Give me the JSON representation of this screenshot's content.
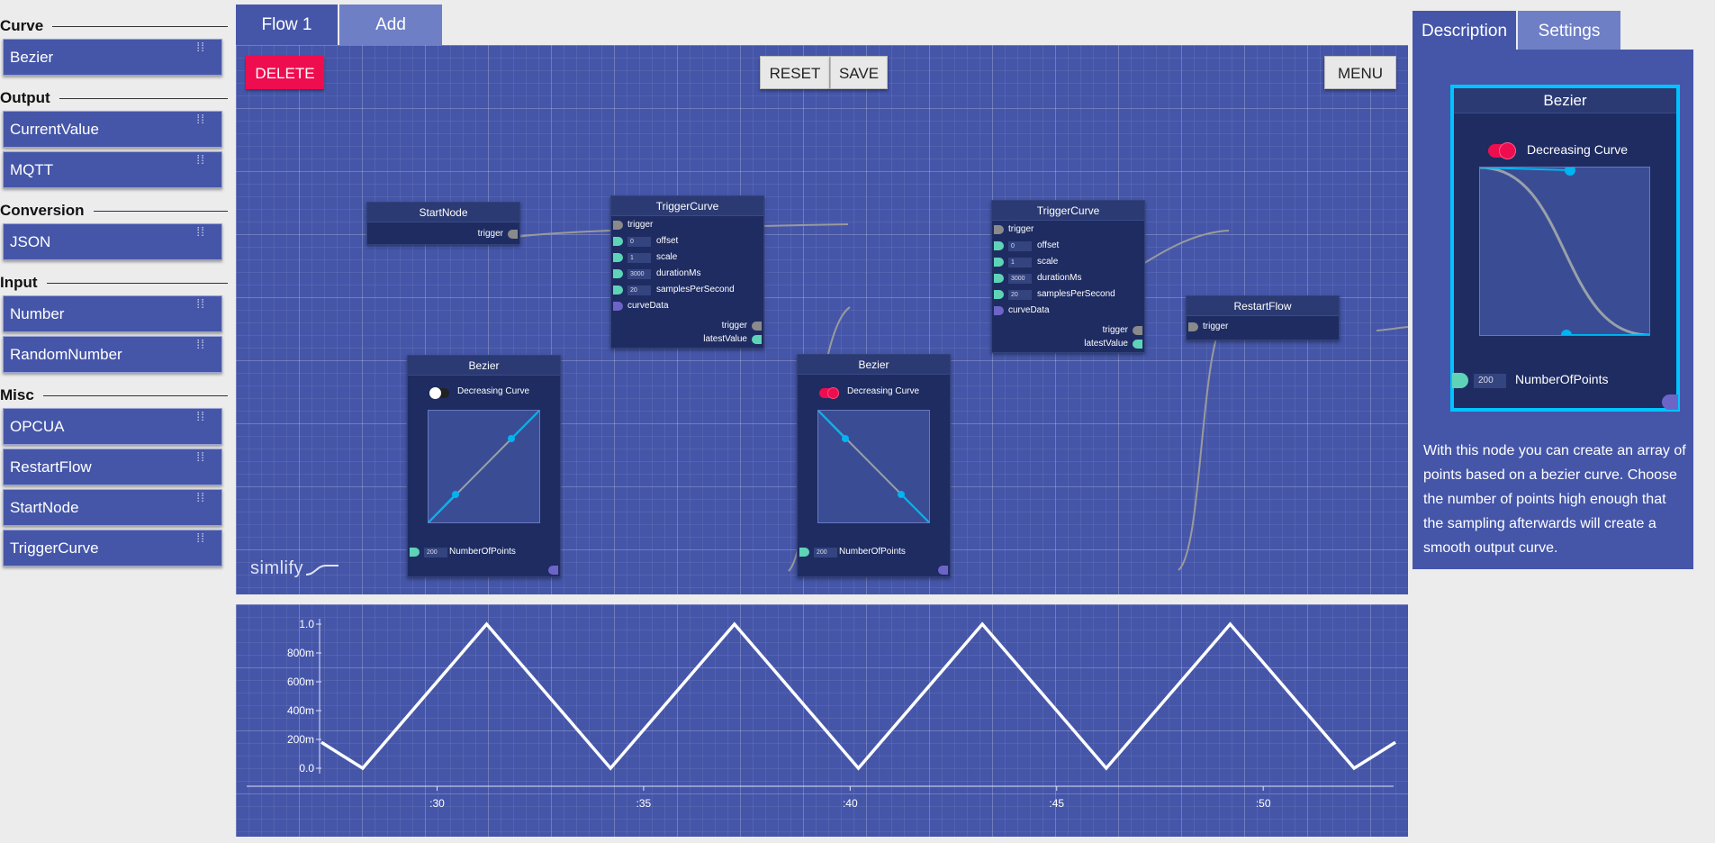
{
  "palette": {
    "categories": [
      {
        "title": "Curve",
        "items": [
          "Bezier"
        ]
      },
      {
        "title": "Output",
        "items": [
          "CurrentValue",
          "MQTT"
        ]
      },
      {
        "title": "Conversion",
        "items": [
          "JSON"
        ]
      },
      {
        "title": "Input",
        "items": [
          "Number",
          "RandomNumber"
        ]
      },
      {
        "title": "Misc",
        "items": [
          "OPCUA",
          "RestartFlow",
          "StartNode",
          "TriggerCurve"
        ]
      }
    ]
  },
  "tabs": {
    "flow1": "Flow 1",
    "add": "Add"
  },
  "toolbar": {
    "delete": "DELETE",
    "reset": "RESET",
    "save": "SAVE",
    "menu": "MENU"
  },
  "logo": "simlify",
  "nodes": {
    "start": {
      "title": "StartNode",
      "out_trigger": "trigger"
    },
    "trigger1": {
      "title": "TriggerCurve",
      "inputs": [
        {
          "label": "trigger",
          "value": ""
        },
        {
          "label": "offset",
          "value": "0"
        },
        {
          "label": "scale",
          "value": "1"
        },
        {
          "label": "durationMs",
          "value": "3000"
        },
        {
          "label": "samplesPerSecond",
          "value": "20"
        },
        {
          "label": "curveData",
          "value": ""
        }
      ],
      "outputs": [
        "trigger",
        "latestValue"
      ]
    },
    "bezier1": {
      "title": "Bezier",
      "toggle_label": "Decreasing Curve",
      "toggle_on": false,
      "points_value": "200",
      "points_label": "NumberOfPoints"
    },
    "bezier2": {
      "title": "Bezier",
      "toggle_label": "Decreasing Curve",
      "toggle_on": true,
      "points_value": "200",
      "points_label": "NumberOfPoints"
    },
    "trigger2": {
      "title": "TriggerCurve",
      "inputs": [
        {
          "label": "trigger",
          "value": ""
        },
        {
          "label": "offset",
          "value": "0"
        },
        {
          "label": "scale",
          "value": "1"
        },
        {
          "label": "durationMs",
          "value": "3000"
        },
        {
          "label": "samplesPerSecond",
          "value": "20"
        },
        {
          "label": "curveData",
          "value": ""
        }
      ],
      "outputs": [
        "trigger",
        "latestValue"
      ]
    },
    "restart": {
      "title": "RestartFlow",
      "in_trigger": "trigger"
    }
  },
  "chart_data": {
    "type": "line",
    "title": "",
    "xlabel": "",
    "ylabel": "",
    "y_ticks": [
      "0.0",
      "200m",
      "400m",
      "600m",
      "800m",
      "1.0"
    ],
    "x_ticks": [
      ":30",
      ":35",
      ":40",
      ":45",
      ":50"
    ],
    "ylim": [
      0,
      1
    ],
    "xlim": [
      27.2,
      53.2
    ],
    "series": [
      {
        "x": [
          27.2,
          28.2,
          31.2,
          34.2,
          37.2,
          40.2,
          43.2,
          46.2,
          49.2,
          52.2,
          53.2
        ],
        "y": [
          0.18,
          0.0,
          1.0,
          0.0,
          1.0,
          0.0,
          1.0,
          0.0,
          1.0,
          0.0,
          0.18
        ]
      }
    ]
  },
  "right_panel": {
    "tabs": {
      "description": "Description",
      "settings": "Settings"
    },
    "preview": {
      "title": "Bezier",
      "toggle_label": "Decreasing Curve",
      "points_value": "200",
      "points_label": "NumberOfPoints"
    },
    "description": "With this node you can create an array of points based on a bezier curve. Choose the number of points high enough that the sampling afterwards will create a smooth output curve."
  },
  "colors": {
    "accent": "#4556a9",
    "delete": "#ee0d4f",
    "highlight": "#00c3ff",
    "port_teal": "#5fd3b8",
    "port_purple": "#6d64c8"
  }
}
